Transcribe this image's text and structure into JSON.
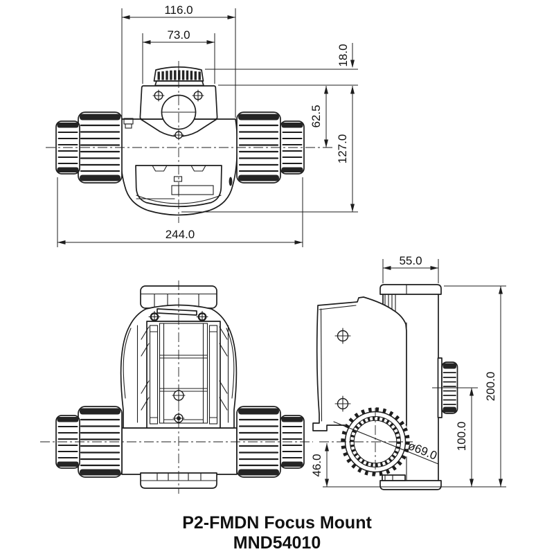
{
  "caption": {
    "line1": "P2-FMDN Focus Mount",
    "line2": "MND54010"
  },
  "views": {
    "front": {
      "dims": {
        "head_width": "73.0",
        "body_width": "116.0",
        "overall_width": "244.0",
        "top_knob_height": "18.0",
        "axis_to_knob_base": "62.5",
        "height_below_knob_base": "127.0"
      }
    },
    "side": {
      "dims": {
        "column_depth": "55.0",
        "overall_height": "200.0",
        "tension_knob_axis_height": "100.0",
        "focus_knob_axis_height": "46.0",
        "focus_knob_diameter": "ø69.0"
      }
    }
  },
  "colors": {
    "line": "#1d1d1d",
    "background": "#ffffff"
  }
}
